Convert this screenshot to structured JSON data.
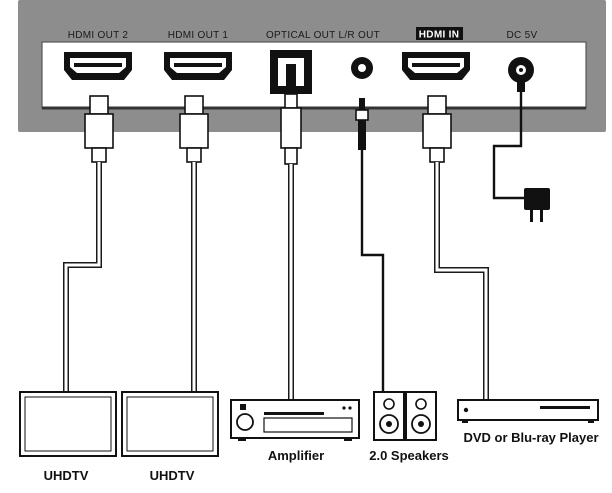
{
  "ports": {
    "hdmi_out_2": "HDMI OUT 2",
    "hdmi_out_1": "HDMI OUT 1",
    "optical_lr_out": "OPTICAL OUT L/R OUT",
    "hdmi_in": "HDMI IN",
    "dc_5v": "DC 5V"
  },
  "devices": {
    "uhdtv_1": "UHDTV",
    "uhdtv_2": "UHDTV",
    "amplifier": "Amplifier",
    "speakers": "2.0 Speakers",
    "player": "DVD or Blu-ray Player"
  },
  "colors": {
    "chassis": "#8d8d8d",
    "panel": "#f1f1f1",
    "cable": "#1a1a1a"
  }
}
